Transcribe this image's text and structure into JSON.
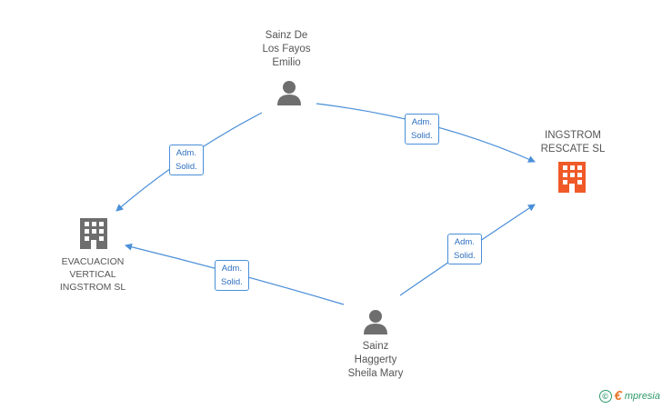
{
  "nodes": {
    "sainz_de_los_fayos": {
      "label": "Sainz De\nLos Fayos\nEmilio",
      "type": "person",
      "color": "#6e6e6e"
    },
    "ingstrom_rescate": {
      "label": "INGSTROM\nRESCATE SL",
      "type": "company-highlight",
      "color": "#f05a28"
    },
    "evacuacion_vertical": {
      "label": "EVACUACION\nVERTICAL\nINGSTROM SL",
      "type": "company",
      "color": "#6e6e6e"
    },
    "sainz_haggerty": {
      "label": "Sainz\nHaggerty\nSheila Mary",
      "type": "person",
      "color": "#6e6e6e"
    }
  },
  "edges": [
    {
      "from": "sainz_de_los_fayos",
      "to": "evacuacion_vertical",
      "label": "Adm.\nSolid."
    },
    {
      "from": "sainz_de_los_fayos",
      "to": "ingstrom_rescate",
      "label": "Adm.\nSolid."
    },
    {
      "from": "sainz_haggerty",
      "to": "evacuacion_vertical",
      "label": "Adm.\nSolid."
    },
    {
      "from": "sainz_haggerty",
      "to": "ingstrom_rescate",
      "label": "Adm.\nSolid."
    }
  ],
  "footer": {
    "copyright_symbol": "©",
    "brand_initial": "€",
    "brand_rest": "mpresia"
  },
  "colors": {
    "edge": "#4a8fd8",
    "person": "#6e6e6e",
    "company": "#6e6e6e",
    "highlight": "#f05a28"
  }
}
